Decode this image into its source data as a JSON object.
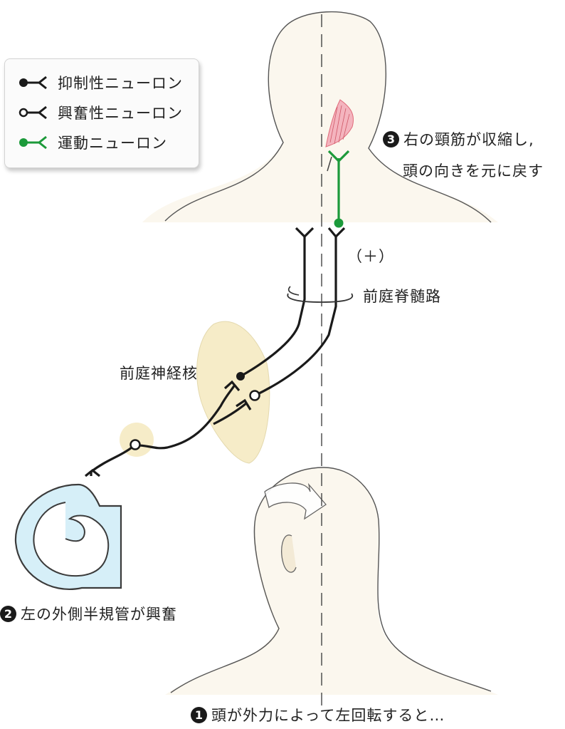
{
  "legend": {
    "inhibitory": "抑制性ニューロン",
    "excitatory": "興奮性ニューロン",
    "motor": "運動ニューロン"
  },
  "labels": {
    "step1_num": "1",
    "step1_text": "頭が外力によって左回転すると…",
    "step2_num": "2",
    "step2_text": "左の外側半規管が興奮",
    "step3_num": "3",
    "step3_line1": "右の頸筋が収縮し,",
    "step3_line2": "頭の向きを元に戻す",
    "vestibulospinal_tract": "前庭脊髄路",
    "vestibular_nucleus": "前庭神経核",
    "plus_sign": "（＋）"
  },
  "colors": {
    "motor_green": "#1c9a3a",
    "nucleus_fill": "#f6ecc8",
    "canal_blue": "#cdeaf5",
    "muscle_red": "#e06a7a",
    "skin_fill": "#fbf7ee"
  }
}
